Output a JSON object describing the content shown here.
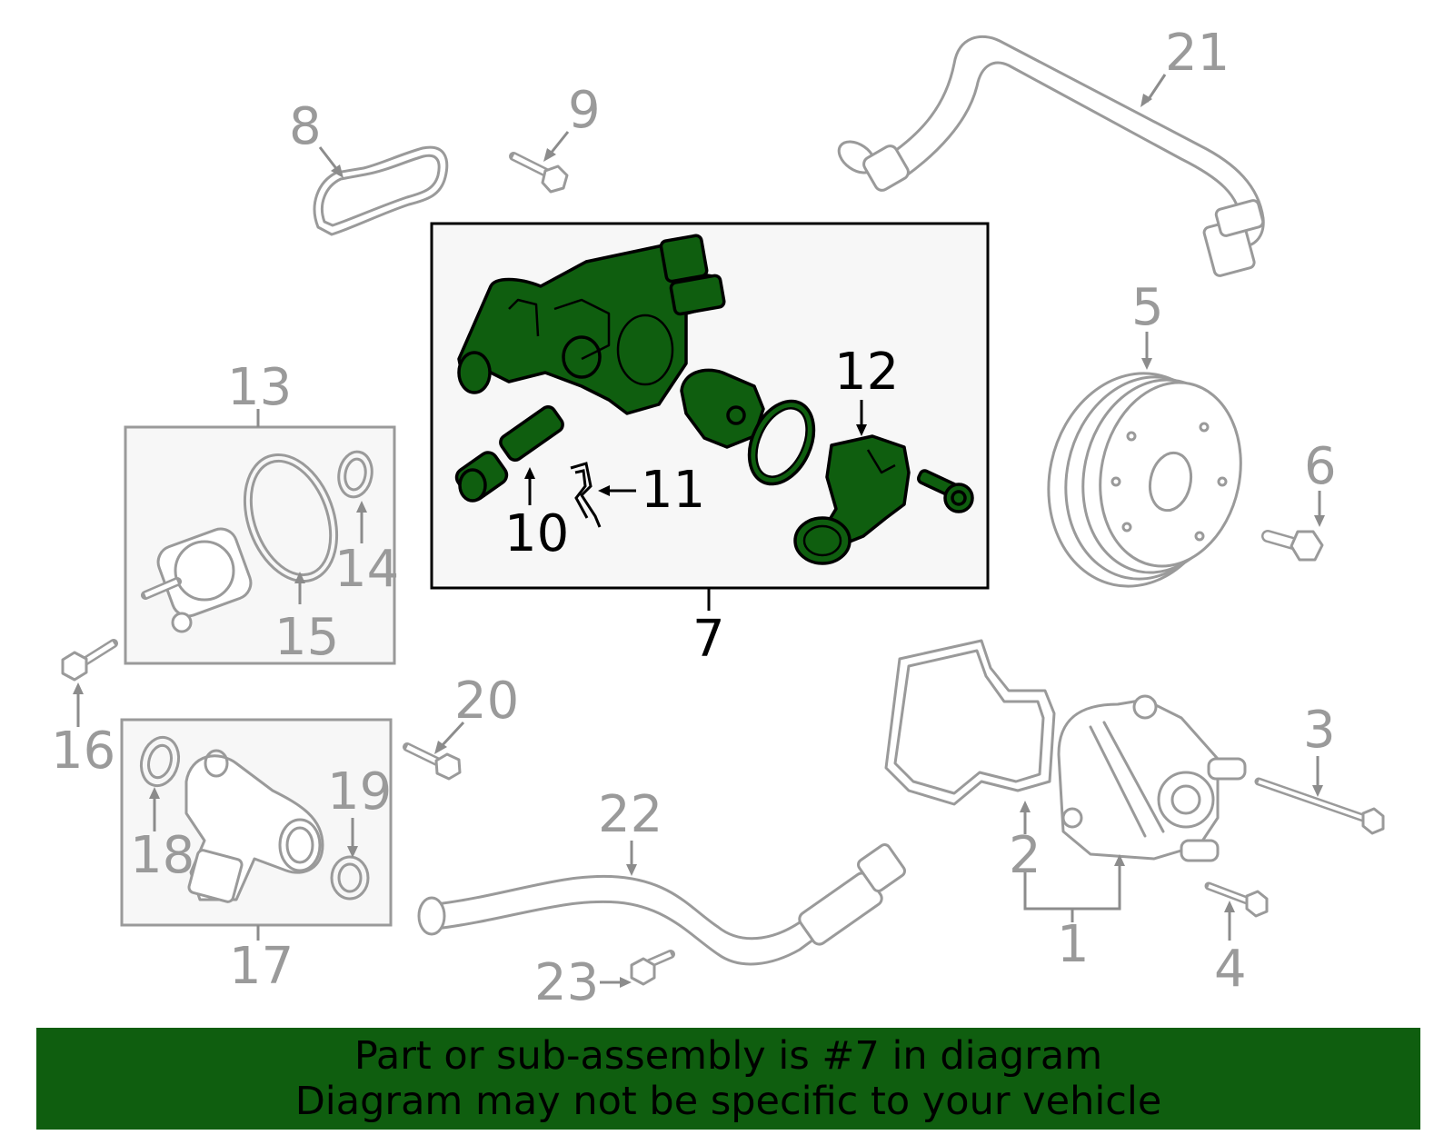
{
  "callouts": {
    "c1": "1",
    "c2": "2",
    "c3": "3",
    "c4": "4",
    "c5": "5",
    "c6": "6",
    "c7": "7",
    "c8": "8",
    "c9": "9",
    "c10": "10",
    "c11": "11",
    "c12": "12",
    "c13": "13",
    "c14": "14",
    "c15": "15",
    "c16": "16",
    "c17": "17",
    "c18": "18",
    "c19": "19",
    "c20": "20",
    "c21": "21",
    "c22": "22",
    "c23": "23"
  },
  "highlight": {
    "part_number": "7",
    "color": "#0f5e0f"
  },
  "banner": {
    "line1": "Part or sub-assembly is #7 in diagram",
    "line2": "Diagram may not be specific to your vehicle",
    "background": "#0f5e0f"
  },
  "colors": {
    "part_outline": "#9a9a9a",
    "highlight_fill": "#0f5e0f",
    "box_fill": "#f7f7f7"
  }
}
